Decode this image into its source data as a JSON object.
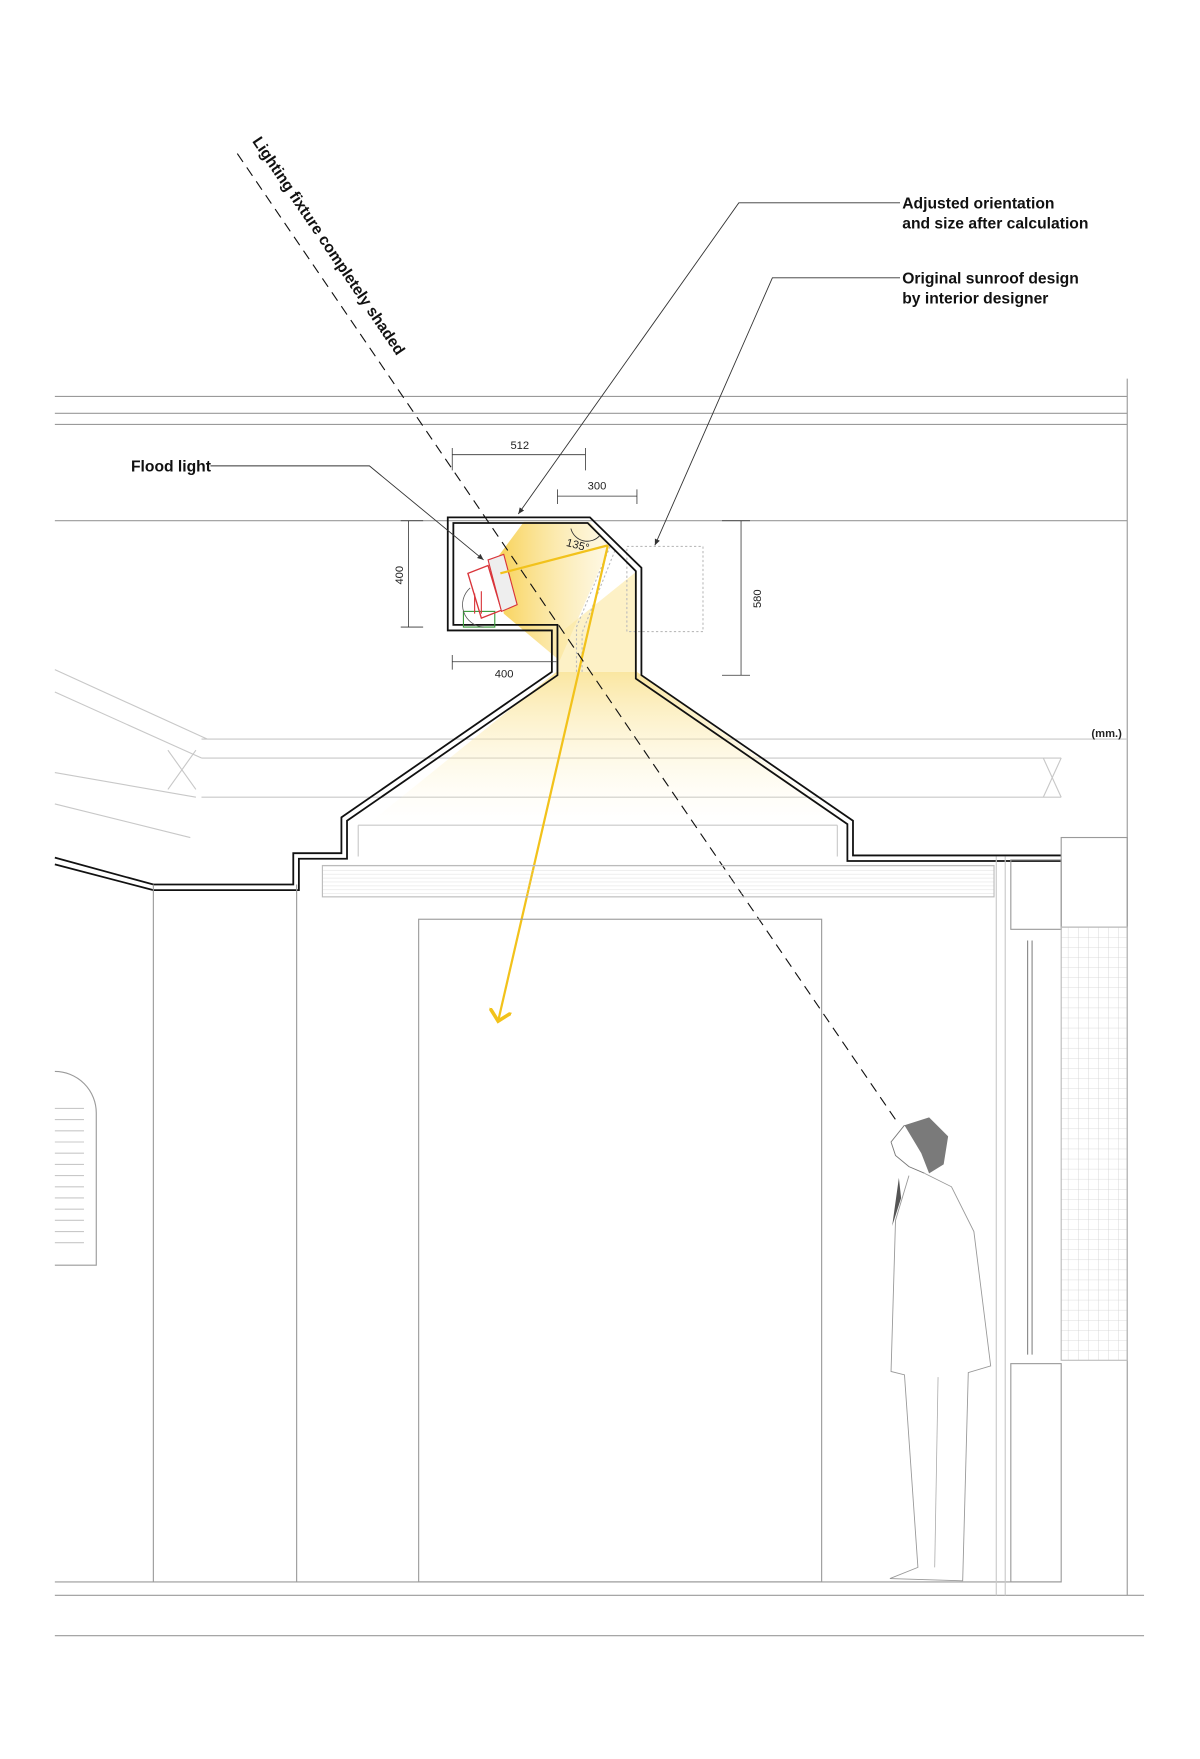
{
  "annotations": {
    "shade_line": "Lighting fixture completely shaded",
    "adjusted_line1": "Adjusted orientation",
    "adjusted_line2": "and size after calculation",
    "original_line1": "Original sunroof design",
    "original_line2": "by interior designer",
    "flood_light": "Flood light",
    "units": "(mm.)"
  },
  "dimensions": {
    "top_width": "512",
    "chamfer_width": "300",
    "box_height": "400",
    "bottom_width": "400",
    "original_height": "580",
    "angle": "135°"
  },
  "colors": {
    "light_beam": "#f2c21b",
    "fixture": "#d9343a",
    "person_hair": "#7a7a7a"
  }
}
